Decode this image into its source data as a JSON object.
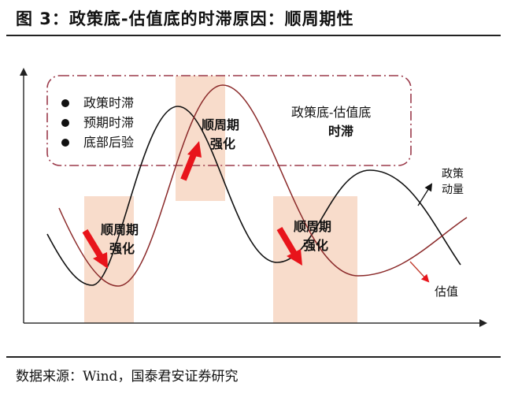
{
  "header": {
    "title": "图 3：政策底-估值底的时滞原因：顺周期性"
  },
  "footer": {
    "source": "数据来源：Wind，国泰君安证券研究"
  },
  "diagram": {
    "legend_box": {
      "items": [
        "政策时滞",
        "预期时滞",
        "底部后验"
      ],
      "note_line1": "政策底-估值底",
      "note_line2": "时滞"
    },
    "shaded_regions": [
      {
        "label_line1": "顺周期",
        "label_line2": "强化",
        "arrow": "down"
      },
      {
        "label_line1": "顺周期",
        "label_line2": "强化",
        "arrow": "up"
      },
      {
        "label_line1": "顺周期",
        "label_line2": "强化",
        "arrow": "down"
      }
    ],
    "series": {
      "policy": {
        "label_line1": "政策",
        "label_line2": "动量",
        "color": "#111111"
      },
      "valuation": {
        "label": "估值",
        "color": "#8b2a2a"
      }
    },
    "colors": {
      "shade": "#f8dccb",
      "arrow": "#e8141b",
      "dash_box": "#9b3a4a",
      "axis": "#333333"
    }
  }
}
